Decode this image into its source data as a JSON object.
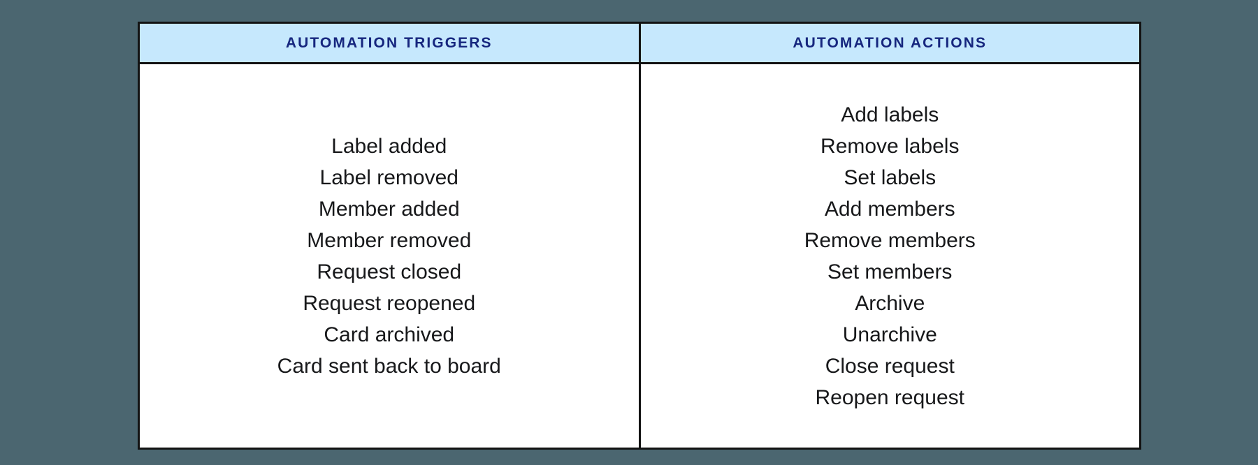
{
  "background_color": "#4b6670",
  "table": {
    "border_color": "#131313",
    "header_background": "#c6e8fd",
    "header_text_color": "#16267e",
    "body_background": "#ffffff",
    "body_text_color": "#17181a",
    "columns": [
      {
        "header": "AUTOMATION TRIGGERS",
        "items": [
          "Label added",
          "Label removed",
          "Member added",
          "Member removed",
          "Request closed",
          "Request reopened",
          "Card archived",
          "Card sent back to board"
        ]
      },
      {
        "header": "AUTOMATION ACTIONS",
        "items": [
          "Add labels",
          "Remove labels",
          "Set labels",
          "Add members",
          "Remove members",
          "Set members",
          "Archive",
          "Unarchive",
          "Close request",
          "Reopen request"
        ]
      }
    ]
  }
}
